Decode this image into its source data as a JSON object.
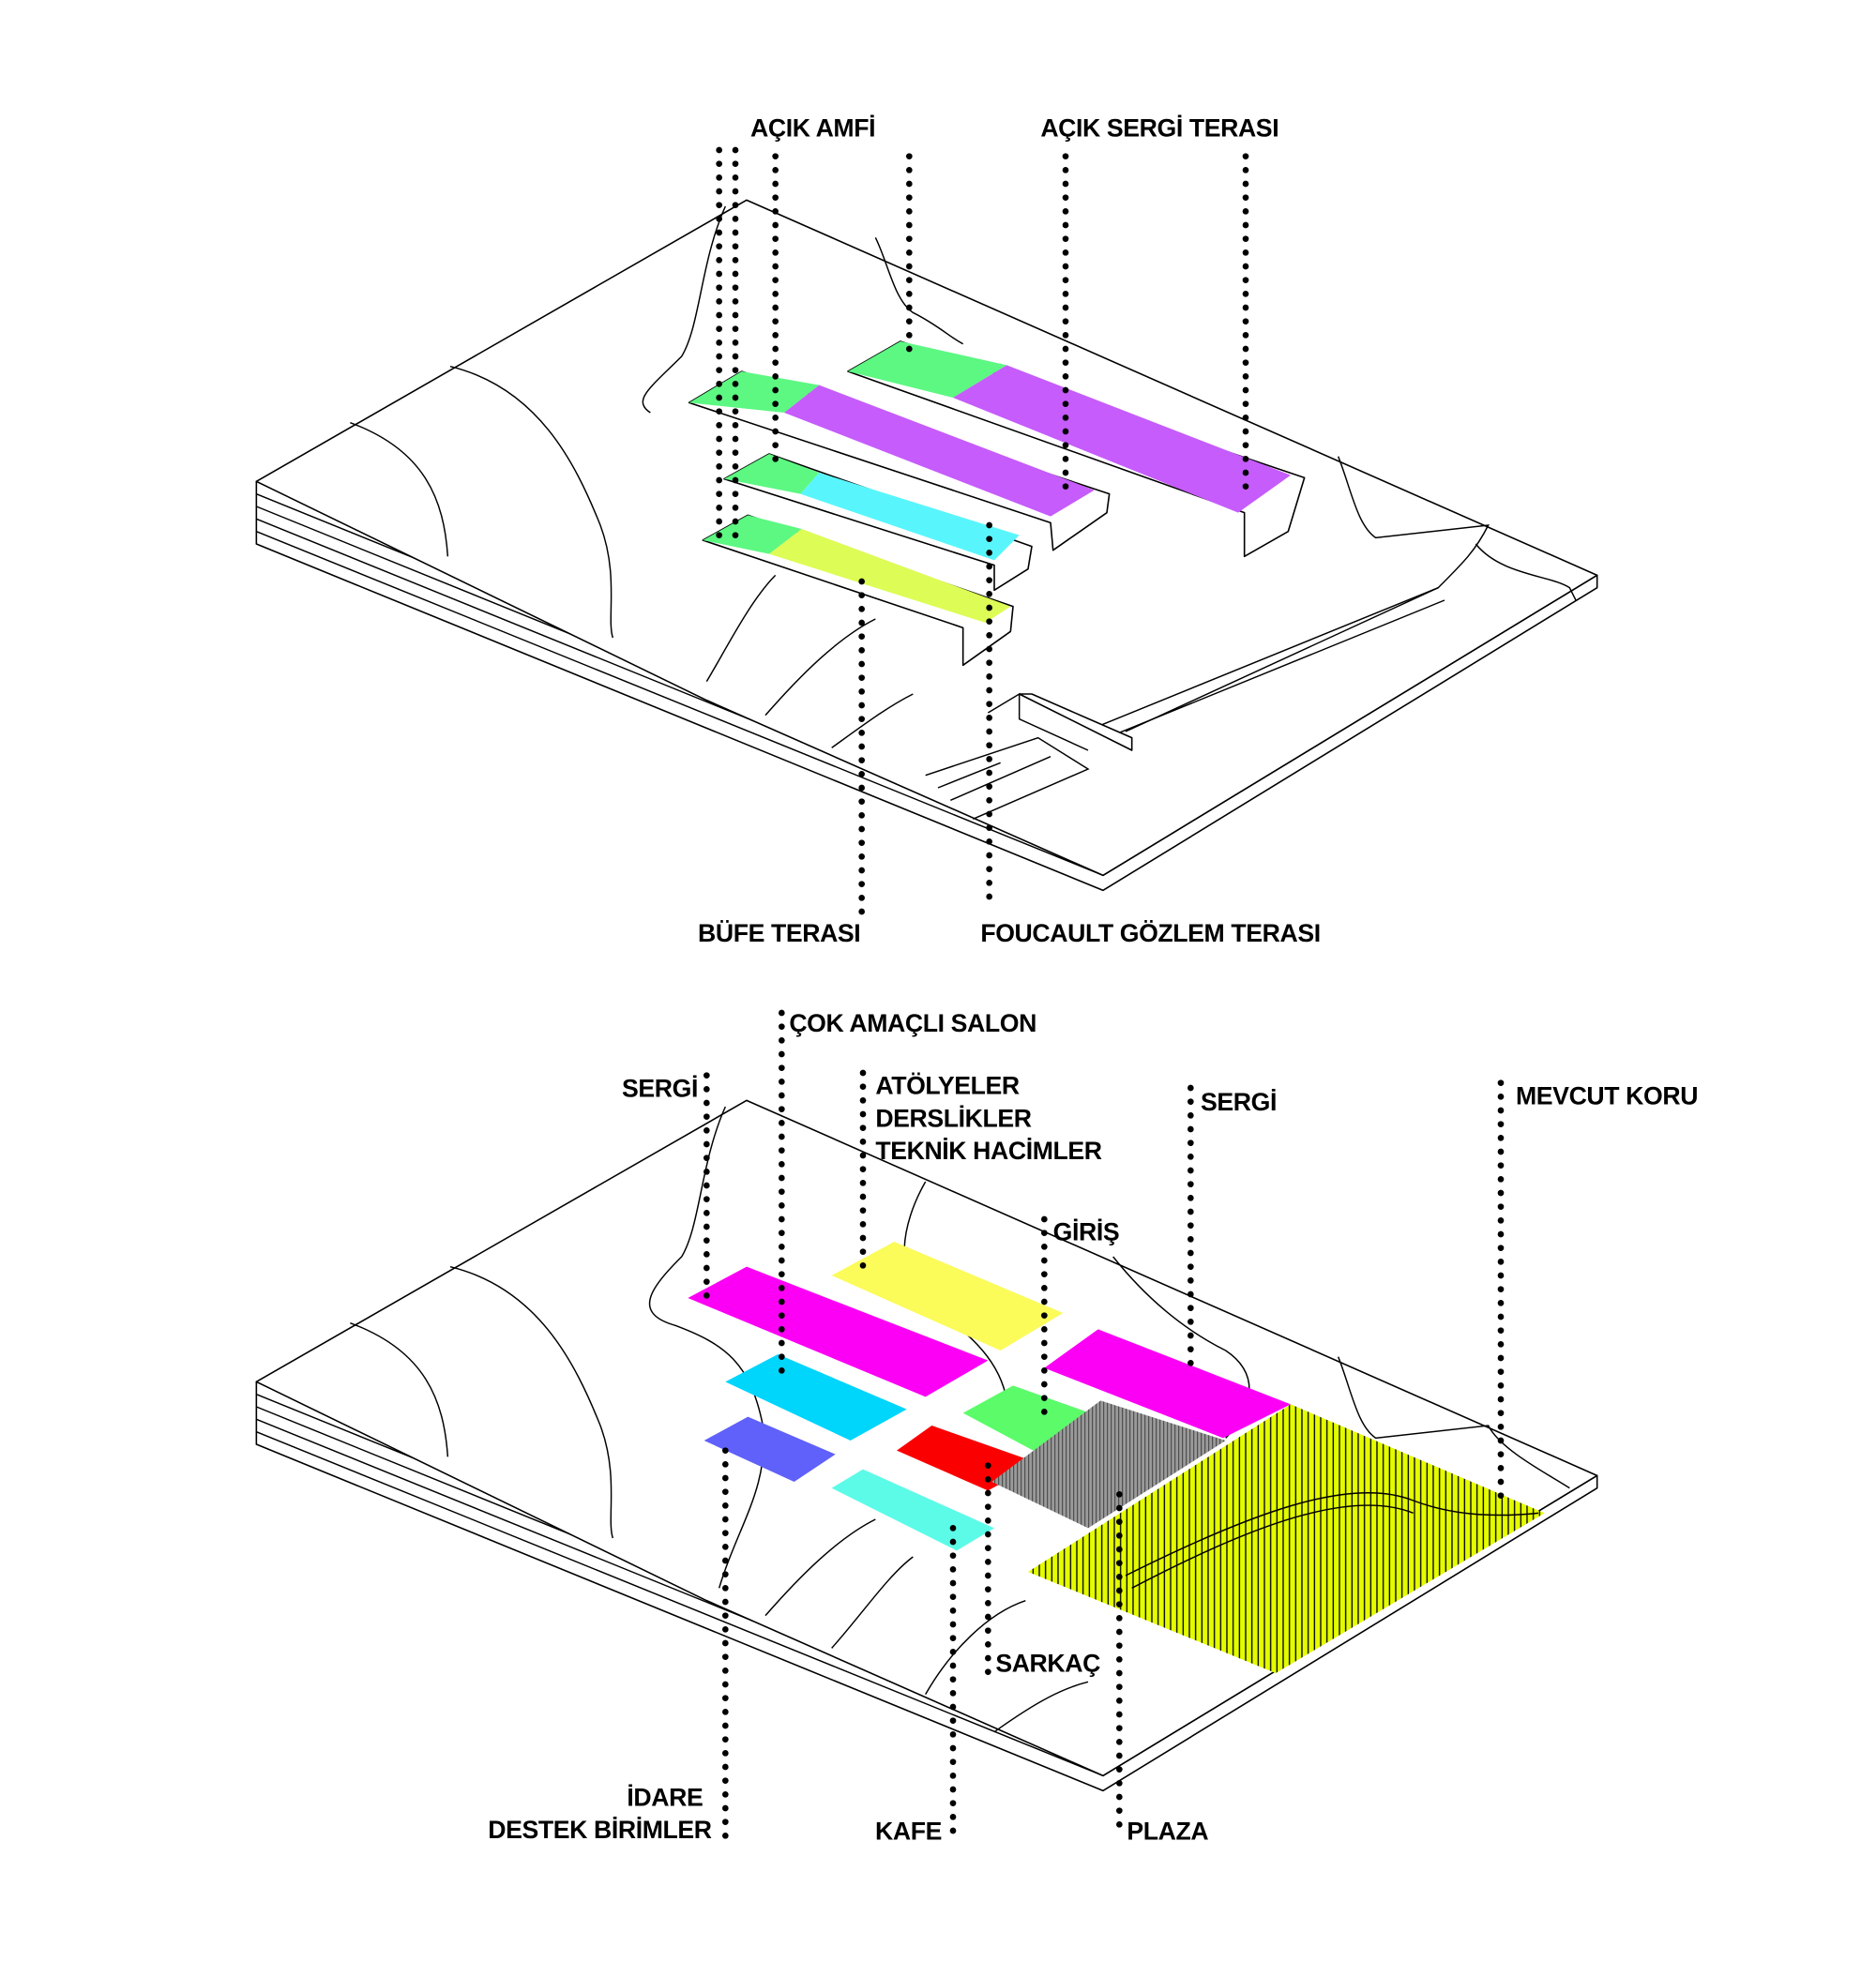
{
  "top_diagram": {
    "labels": {
      "acik_amfi": "AÇIK AMFİ",
      "acik_sergi_terasi": "AÇIK SERGİ TERASI",
      "bufe_terasi": "BÜFE TERASI",
      "foucault_gozlem_terasi": "FOUCAULT GÖZLEM TERASI"
    },
    "colors": {
      "amfi_green": "#5cf882",
      "sergi_purple": "#c65cfb",
      "foucault_cyan": "#58f6fc",
      "bufe_yellow": "#ddfc55"
    }
  },
  "bottom_diagram": {
    "labels": {
      "sergi_left": "SERGİ",
      "cok_amacli_salon": "ÇOK AMAÇLI SALON",
      "atolyeler": "ATÖLYELER",
      "derslikler": "DERSLİKLER",
      "teknik_hacimler": "TEKNİK HACİMLER",
      "giris": "GİRİŞ",
      "sergi_right": "SERGİ",
      "mevcut_koru": "MEVCUT KORU",
      "idare": "İDARE",
      "destek_birimler": "DESTEK BİRİMLER",
      "kafe": "KAFE",
      "sarkac": "SARKAÇ",
      "plaza": "PLAZA"
    },
    "colors": {
      "sergi_magenta": "#fb00f5",
      "atolye_yellow": "#fbfb5a",
      "salon_cyan": "#00d5fb",
      "idare_blue": "#6060fb",
      "giris_green": "#5cfb6a",
      "sarkac_red": "#fb0000",
      "plaza_grey": "#8a8a8a",
      "kafe_teal": "#5cfbe8",
      "koru_yellowgreen": "#e4fb00"
    }
  }
}
